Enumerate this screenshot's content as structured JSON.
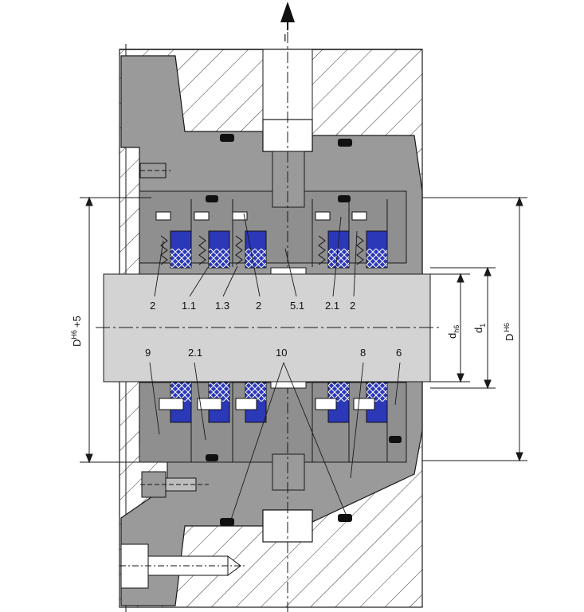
{
  "diagram": {
    "labels_upper": [
      "2",
      "1.1",
      "1.3",
      "2",
      "5.1",
      "2.1",
      "2"
    ],
    "labels_lower": [
      "9",
      "2.1",
      "10",
      "8",
      "6"
    ],
    "dim_left_main": "D",
    "dim_left_sup": "H6",
    "dim_left_suffix": "+5",
    "dim_dh_main": "d",
    "dim_dh_sub": "h6",
    "dim_d1_main": "d",
    "dim_d1_sub": "1",
    "dim_D_main": "D",
    "dim_D_sup": "H6",
    "flow_mark": "I",
    "colors": {
      "housing_gray": "#9a9a9a",
      "shaft_gray": "#d3d3d3",
      "seal_blue": "#2b38b8",
      "line": "#1a1a1a"
    }
  }
}
